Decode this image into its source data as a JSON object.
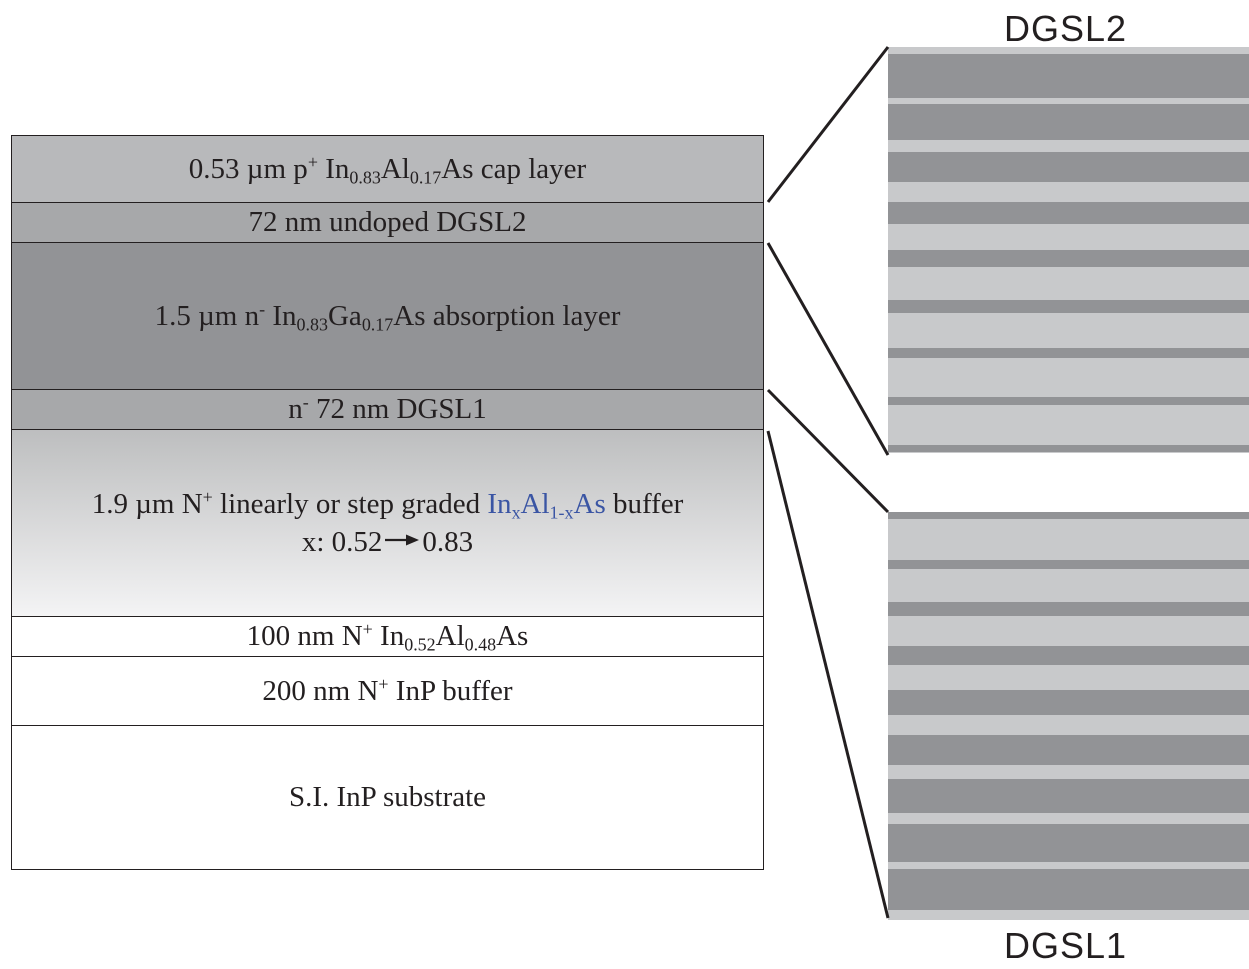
{
  "layers": [
    {
      "id": "cap",
      "color": "#b8b9bb",
      "parts": [
        {
          "t": "0.53 µm p"
        },
        {
          "t": "+",
          "s": "sup"
        },
        {
          "t": " In"
        },
        {
          "t": "0.83",
          "s": "sub"
        },
        {
          "t": "Al"
        },
        {
          "t": "0.17",
          "s": "sub"
        },
        {
          "t": "As cap layer"
        }
      ]
    },
    {
      "id": "dgsl2",
      "color": "#a7a8aa",
      "parts": [
        {
          "t": "72 nm undoped DGSL2"
        }
      ]
    },
    {
      "id": "absorption",
      "color": "#929396",
      "parts": [
        {
          "t": "1.5 µm n"
        },
        {
          "t": "-",
          "s": "sup"
        },
        {
          "t": " In"
        },
        {
          "t": "0.83",
          "s": "sub"
        },
        {
          "t": "Ga"
        },
        {
          "t": "0.17",
          "s": "sub"
        },
        {
          "t": "As absorption layer"
        }
      ]
    },
    {
      "id": "dgsl1",
      "color": "#a7a8aa",
      "parts": [
        {
          "t": "n"
        },
        {
          "t": "-",
          "s": "sup"
        },
        {
          "t": " 72 nm DGSL1"
        }
      ]
    },
    {
      "id": "graded-buffer",
      "gradient": [
        "#bdbebf",
        "#f4f4f5"
      ],
      "parts": [
        {
          "t": "1.9 µm N"
        },
        {
          "t": "+",
          "s": "sup"
        },
        {
          "t": " linearly or step graded "
        },
        {
          "t": "In",
          "c": "blue"
        },
        {
          "t": "x",
          "s": "sub",
          "c": "blue"
        },
        {
          "t": "Al",
          "c": "blue"
        },
        {
          "t": "1-x",
          "s": "sub",
          "c": "blue"
        },
        {
          "t": "As",
          "c": "blue"
        },
        {
          "t": " buffer"
        }
      ],
      "line2": {
        "from": "x: 0.52",
        "to": "0.83",
        "arrow": "right-arrow-icon"
      }
    },
    {
      "id": "inalas",
      "color": "#ffffff",
      "parts": [
        {
          "t": "100 nm N"
        },
        {
          "t": "+",
          "s": "sup"
        },
        {
          "t": " In"
        },
        {
          "t": "0.52",
          "s": "sub"
        },
        {
          "t": "Al"
        },
        {
          "t": "0.48",
          "s": "sub"
        },
        {
          "t": "As"
        }
      ]
    },
    {
      "id": "inp-buffer",
      "color": "#ffffff",
      "parts": [
        {
          "t": "200 nm N"
        },
        {
          "t": "+",
          "s": "sup"
        },
        {
          "t": " InP buffer"
        }
      ]
    },
    {
      "id": "substrate",
      "color": "#ffffff",
      "parts": [
        {
          "t": "S.I. InP substrate"
        }
      ]
    }
  ],
  "zoom": {
    "top_title": "DGSL2",
    "bottom_title": "DGSL1",
    "dark_color": "#929396",
    "light_color": "#c8c9cb",
    "line_color": "#231f20"
  }
}
